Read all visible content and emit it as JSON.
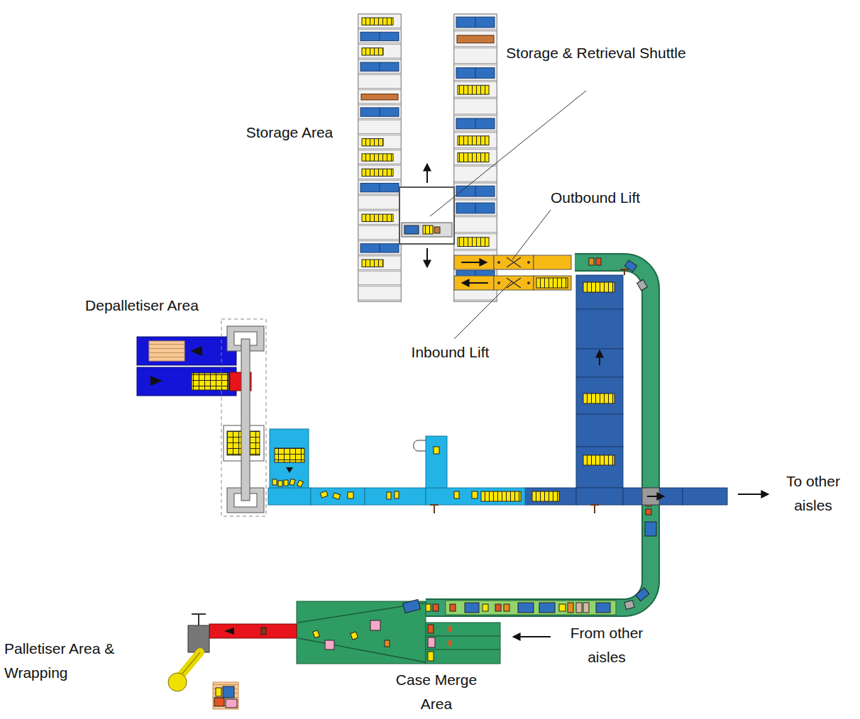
{
  "diagram": {
    "labels": [
      "Storage & Retrieval Shuttle",
      "Storage Area",
      "Outbound Lift",
      "Inbound Lift",
      "Depalletiser Area",
      "To other aisles",
      "From other aisles",
      "Palletiser Area & Wrapping",
      "Case Merge Area"
    ]
  }
}
